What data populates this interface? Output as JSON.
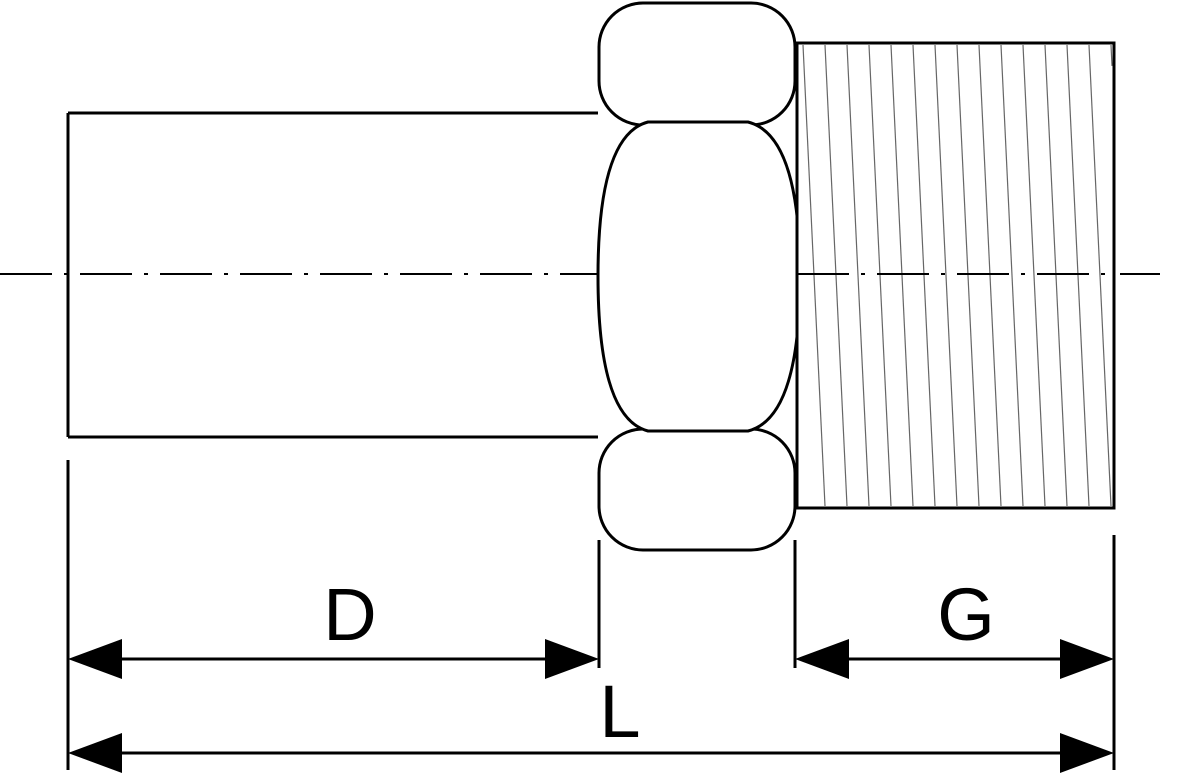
{
  "diagram": {
    "labels": {
      "d": "D",
      "g": "G",
      "l": "L"
    },
    "colors": {
      "line": "#000000",
      "hatch": "#666666",
      "background": "#ffffff"
    }
  }
}
